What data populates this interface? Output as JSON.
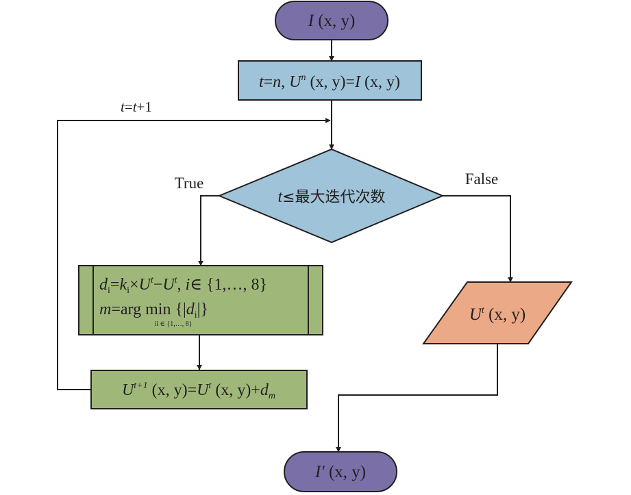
{
  "start": {
    "base": "I",
    "args": "(x, y)"
  },
  "init": {
    "t": "t",
    "eq1": "=",
    "n": "n",
    "comma": ",",
    "U": "U",
    "sup": "n",
    "args": "(x, y)",
    "eq2": "=",
    "I": "I",
    "args2": "(x, y)"
  },
  "loop_label": {
    "t1": "t",
    "eq": "=",
    "t2": "t",
    "plus": "+1"
  },
  "decision": {
    "t": "t",
    "rest": "≤最大迭代次数"
  },
  "branch_true": "True",
  "branch_false": "False",
  "compute": {
    "line1": {
      "d": "d",
      "d_sub": "i",
      "eq": "=",
      "k": "k",
      "k_sub": "i",
      "times": "×",
      "U1": "U",
      "U1_sup": "t",
      "minus": "−",
      "U2": "U",
      "U2_sup": "t",
      "comma": ", ",
      "i": "i",
      "set": "∈ {1,…, 8}"
    },
    "line2": {
      "m": "m",
      "eq": "=",
      "argmin": "arg min",
      "brace": "{|",
      "d": "d",
      "d_sub": "i",
      "close": "|}",
      "under": "i ∈ {1,…, 8}"
    }
  },
  "update": {
    "U": "U",
    "sup": "t+1",
    "args": "(x, y)",
    "eq": "=",
    "U2": "U",
    "sup2": "t",
    "args2": "(x, y)",
    "plus": "+",
    "d": "d",
    "sub": "m"
  },
  "output": {
    "U": "U",
    "sup": "t",
    "args": "(x, y)"
  },
  "end": {
    "base": "I′",
    "args": "(x, y)"
  },
  "colors": {
    "terminal": "#7b6fa8",
    "process": "#9fc3d8",
    "decision": "#9fc3d8",
    "compute": "#9fb87a",
    "update": "#9fb87a",
    "io": "#eba987",
    "stroke": "#231f20"
  }
}
